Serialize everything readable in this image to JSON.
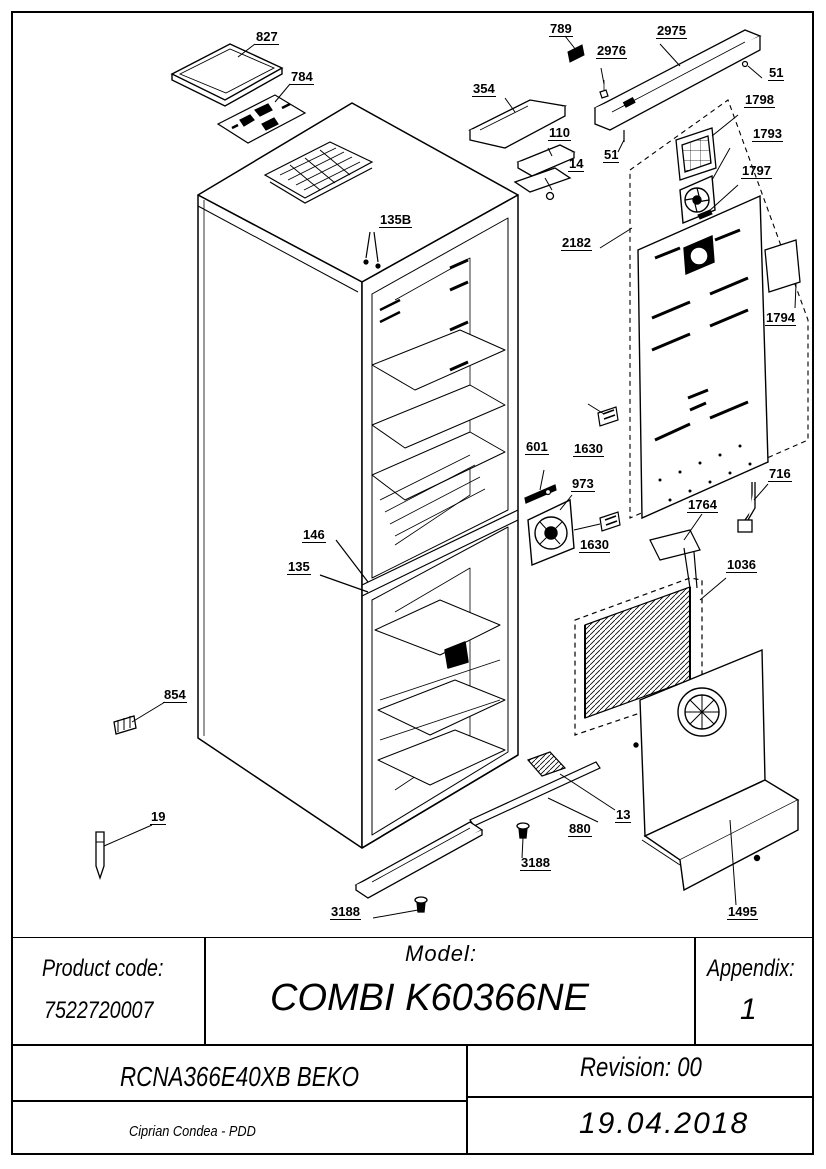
{
  "callouts": [
    {
      "id": "lbl-827",
      "text": "827"
    },
    {
      "id": "lbl-784",
      "text": "784"
    },
    {
      "id": "lbl-789",
      "text": "789"
    },
    {
      "id": "lbl-2976",
      "text": "2976"
    },
    {
      "id": "lbl-2975",
      "text": "2975"
    },
    {
      "id": "lbl-51a",
      "text": "51"
    },
    {
      "id": "lbl-354",
      "text": "354"
    },
    {
      "id": "lbl-1798",
      "text": "1798"
    },
    {
      "id": "lbl-110",
      "text": "110"
    },
    {
      "id": "lbl-51b",
      "text": "51"
    },
    {
      "id": "lbl-1793",
      "text": "1793"
    },
    {
      "id": "lbl-14",
      "text": "14"
    },
    {
      "id": "lbl-1797",
      "text": "1797"
    },
    {
      "id": "lbl-135B",
      "text": "135B"
    },
    {
      "id": "lbl-2182",
      "text": "2182"
    },
    {
      "id": "lbl-1794",
      "text": "1794"
    },
    {
      "id": "lbl-601",
      "text": "601"
    },
    {
      "id": "lbl-1630a",
      "text": "1630"
    },
    {
      "id": "lbl-973",
      "text": "973"
    },
    {
      "id": "lbl-716",
      "text": "716"
    },
    {
      "id": "lbl-1764",
      "text": "1764"
    },
    {
      "id": "lbl-1630b",
      "text": "1630"
    },
    {
      "id": "lbl-146",
      "text": "146"
    },
    {
      "id": "lbl-135",
      "text": "135"
    },
    {
      "id": "lbl-1036",
      "text": "1036"
    },
    {
      "id": "lbl-854",
      "text": "854"
    },
    {
      "id": "lbl-19",
      "text": "19"
    },
    {
      "id": "lbl-13",
      "text": "13"
    },
    {
      "id": "lbl-880",
      "text": "880"
    },
    {
      "id": "lbl-3188a",
      "text": "3188"
    },
    {
      "id": "lbl-3188b",
      "text": "3188"
    },
    {
      "id": "lbl-1495",
      "text": "1495"
    }
  ],
  "titleblock": {
    "product_code_label": "Product code:",
    "product_code": "7522720007",
    "model_label": "Model:",
    "model": "COMBI K60366NE",
    "appendix_label": "Appendix:",
    "appendix": "1",
    "product_name": "RCNA366E40XB BEKO",
    "revision": "Revision: 00",
    "author": "Ciprian Condea - PDD",
    "date": "19.04.2018"
  }
}
